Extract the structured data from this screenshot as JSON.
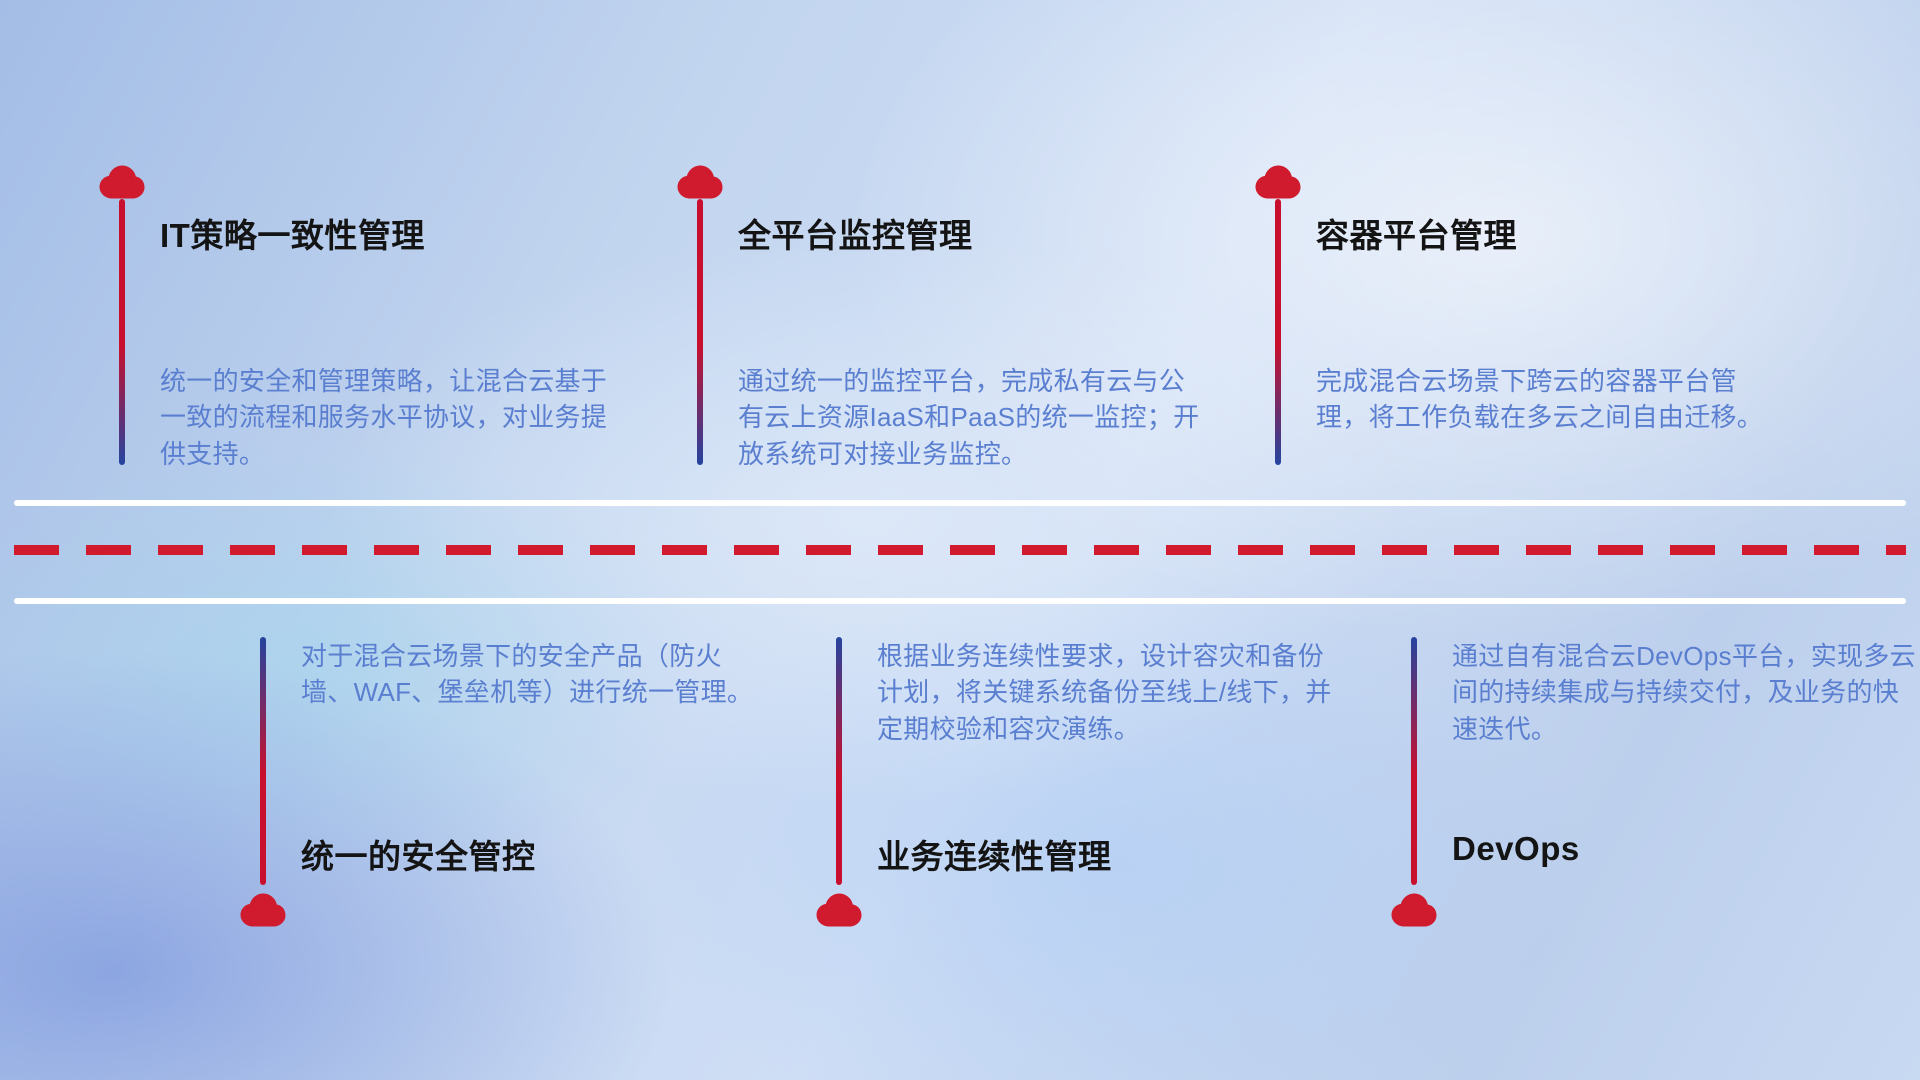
{
  "colors": {
    "accent_red": "#d11a2d",
    "line_blue": "#24449f",
    "desc_blue": "#5b7fd0"
  },
  "top_items": [
    {
      "title": "IT策略一致性管理",
      "description": "统一的安全和管理策略，让混合云基于一致的流程和服务水平协议，对业务提供支持。"
    },
    {
      "title": "全平台监控管理",
      "description": "通过统一的监控平台，完成私有云与公有云上资源IaaS和PaaS的统一监控；开放系统可对接业务监控。"
    },
    {
      "title": "容器平台管理",
      "description": "完成混合云场景下跨云的容器平台管理，将工作负载在多云之间自由迁移。"
    }
  ],
  "bottom_items": [
    {
      "title": "统一的安全管控",
      "description": "对于混合云场景下的安全产品（防火墙、WAF、堡垒机等）进行统一管理。"
    },
    {
      "title": "业务连续性管理",
      "description": "根据业务连续性要求，设计容灾和备份计划，将关键系统备份至线上/线下，并定期校验和容灾演练。"
    },
    {
      "title": "DevOps",
      "description": "通过自有混合云DevOps平台，实现多云间的持续集成与持续交付，及业务的快速迭代。"
    }
  ]
}
